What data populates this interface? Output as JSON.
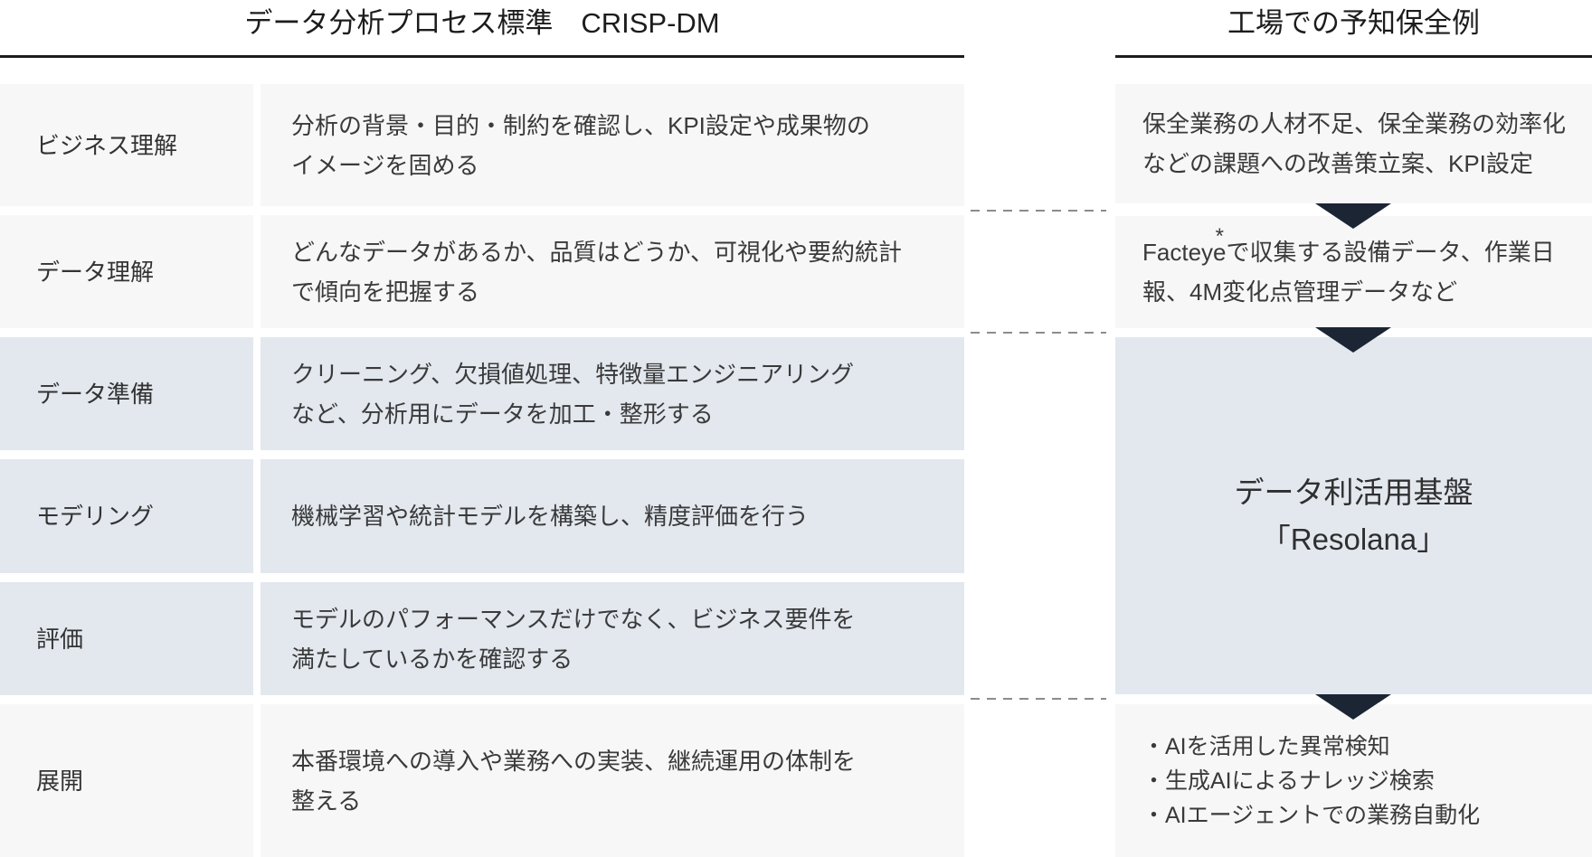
{
  "header": {
    "left_title": "データ分析プロセス標準　CRISP-DM",
    "right_title": "工場での予知保全例"
  },
  "crisp": {
    "rows": [
      {
        "label": "ビジネス理解",
        "lines": [
          "分析の背景・目的・制約を確認し、KPI設定や成果物の",
          "イメージを固める"
        ]
      },
      {
        "label": "データ理解",
        "lines": [
          "どんなデータがあるか、品質はどうか、可視化や要約統計",
          "で傾向を把握する"
        ]
      },
      {
        "label": "データ準備",
        "lines": [
          "クリーニング、欠損値処理、特徴量エンジニアリング",
          "など、分析用にデータを加工・整形する"
        ]
      },
      {
        "label": "モデリング",
        "lines": [
          "機械学習や統計モデルを構築し、精度評価を行う"
        ]
      },
      {
        "label": "評価",
        "lines": [
          "モデルのパフォーマンスだけでなく、ビジネス要件を",
          "満たしているかを確認する"
        ]
      },
      {
        "label": "展開",
        "lines": [
          "本番環境への導入や業務への実装、継続運用の体制を",
          "整える"
        ]
      }
    ]
  },
  "maintenance": {
    "box1": {
      "lines": [
        "保全業務の人材不足、保全業務の効率化",
        "などの課題への改善策立案、KPI設定"
      ]
    },
    "box2": {
      "line1_pre": "Factey",
      "line1_e": "e",
      "asterisk": "*",
      "line1_post": "で収集する設備データ、作業日",
      "line2": "報、4M変化点管理データなど"
    },
    "box3": {
      "line1": "データ利活用基盤",
      "line2": "「Resolana」"
    },
    "box4": {
      "bullets": [
        "・AIを活用した異常検知",
        "・生成AIによるナレッジ検索",
        "・AIエージェントでの業務自動化"
      ]
    }
  },
  "colors": {
    "box_gray": "#f7f7f8",
    "box_blue": "#e3e8ef",
    "arrow": "#1b2533",
    "title": "#1c1c1c",
    "text": "#3a3a3a",
    "dash": "#8c8c8c"
  }
}
